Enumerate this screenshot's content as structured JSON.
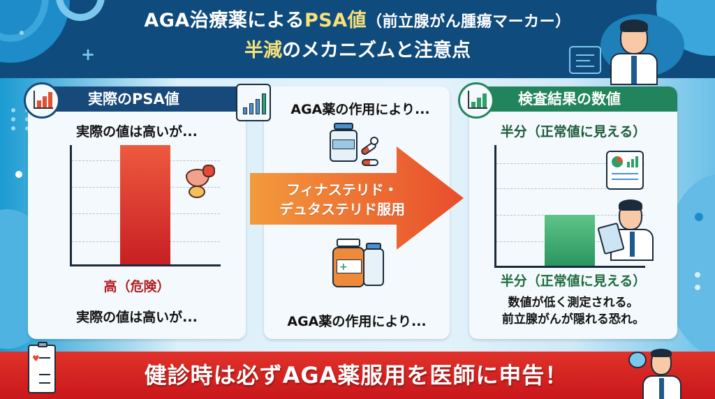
{
  "title": {
    "line1_part1": "AGA治療薬による",
    "line1_highlight": "PSA値",
    "line1_sub": "（前立腺がん腫瘍マーカー）",
    "line2_highlight": "半減",
    "line2_rest": "のメカニズムと注意点"
  },
  "panels": [
    {
      "header": "実際のPSA値",
      "top_caption": "実際の値は高いが...",
      "bar_label": "高（危険）",
      "bottom_caption": "実際の値は高いが...",
      "header_color": "#17497a",
      "bar_color": "#d8302c",
      "icon": "bar-chart-icon"
    },
    {
      "top_caption": "AGA薬の作用により...",
      "arrow_label_line1": "フィナステリド・",
      "arrow_label_line2": "デュタステリド服用",
      "bottom_caption": "AGA薬の作用により...",
      "arrow_color": "#ee6a2a",
      "icon": "trend-chart-icon"
    },
    {
      "header": "検査結果の数値",
      "top_caption": "半分（正常値に見える）",
      "bar_label": "半分（正常値に見える）",
      "bottom_caption_line1": "数値が低く測定される。",
      "bottom_caption_line2": "前立腺がんが隠れる恐れ。",
      "header_color": "#22845c",
      "bar_color": "#2f9e68",
      "icon": "growth-chart-icon"
    }
  ],
  "chart_data": [
    {
      "type": "bar",
      "title": "実際のPSA値",
      "categories": [
        "実際のPSA値"
      ],
      "values": [
        100
      ],
      "label": "高（危険）",
      "ylim": [
        0,
        100
      ],
      "grid": true
    },
    {
      "type": "bar",
      "title": "検査結果の数値",
      "categories": [
        "検査結果の数値"
      ],
      "values": [
        50
      ],
      "label": "半分（正常値に見える）",
      "ylim": [
        0,
        100
      ],
      "grid": true
    }
  ],
  "banner": {
    "text": "健診時は必ずAGA薬服用を医師に申告！",
    "color": "#d42220"
  }
}
